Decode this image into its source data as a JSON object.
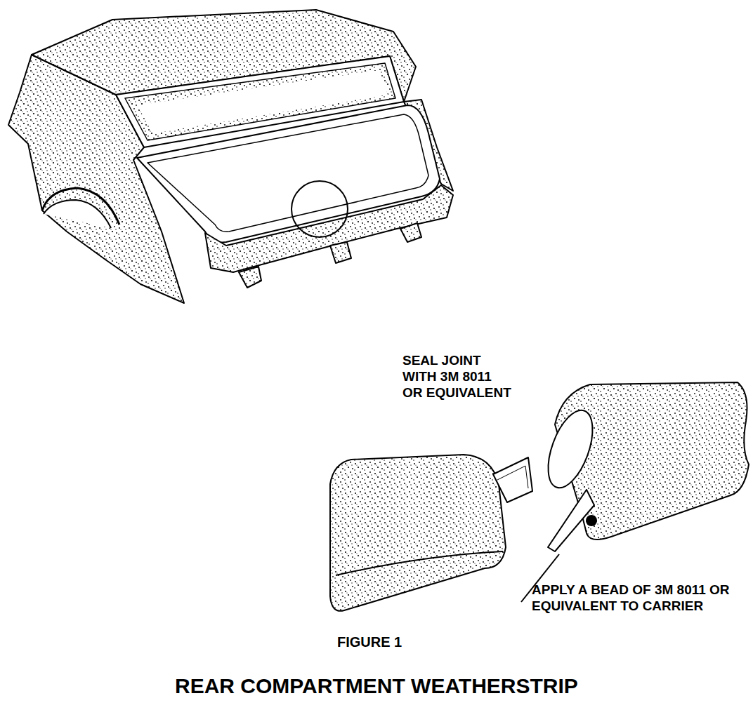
{
  "diagram": {
    "title": "REAR COMPARTMENT WEATHERSTRIP",
    "labels": [
      "SEAL JOINT WITH 3M 8011 OR EQUIVALENT",
      "APPLY A BEAD OF 3M 8011 OR EQUIVALENT TO CARRIER",
      "FIGURE 1"
    ]
  }
}
